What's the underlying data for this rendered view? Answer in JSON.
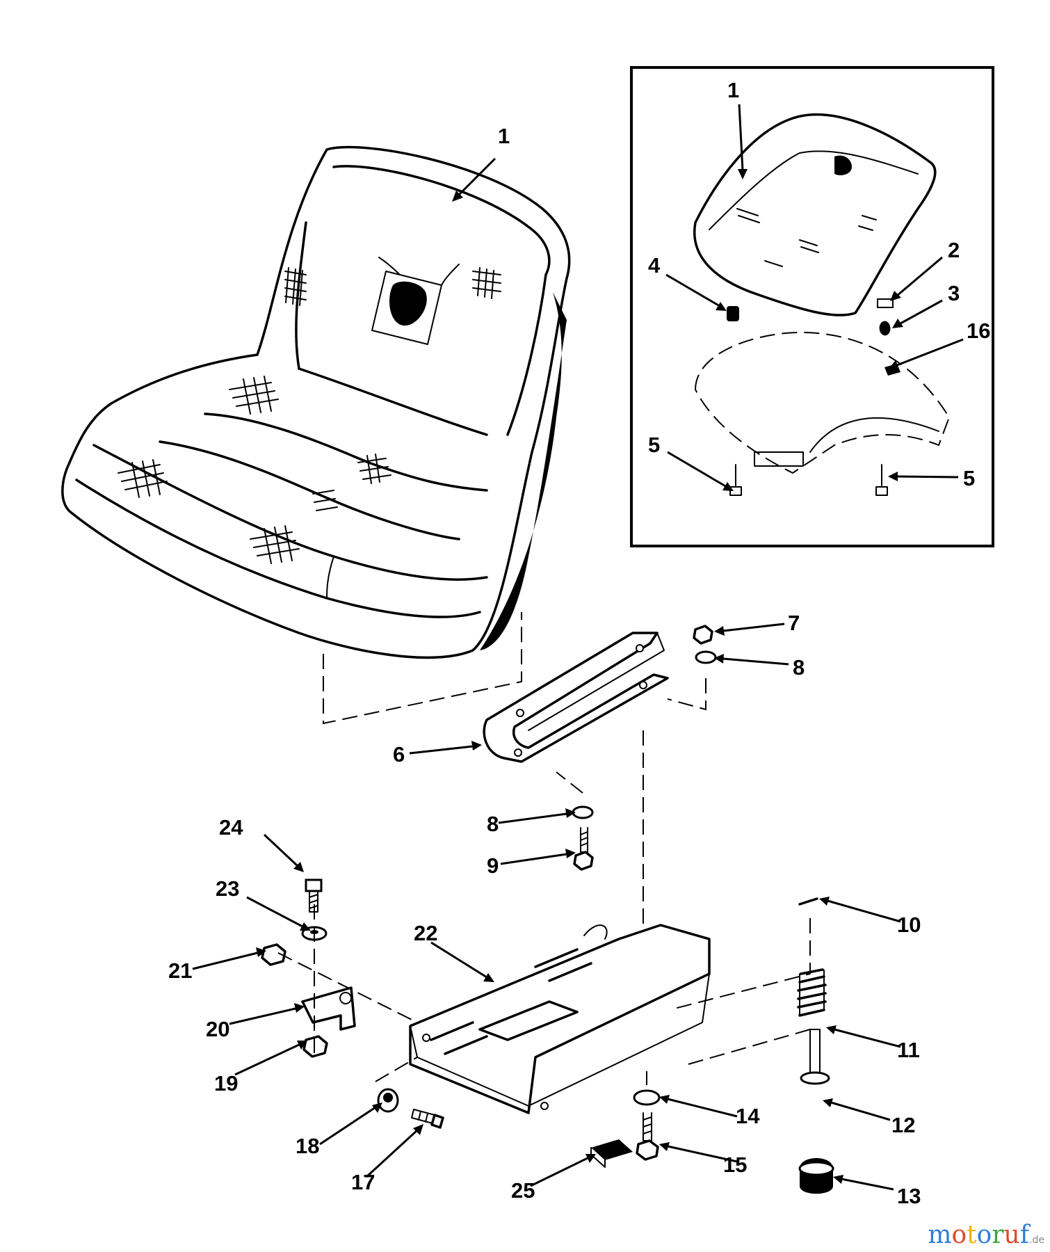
{
  "callouts": {
    "main_seat": "1",
    "inset_seat": "1",
    "inset_clip": "2",
    "inset_spring": "3",
    "inset_bumper": "4",
    "inset_screw_left": "5",
    "inset_screw_right": "5",
    "inset_pad": "16",
    "bracket": "6",
    "nut_top": "7",
    "washer_top": "8",
    "washer_bottom": "8",
    "bolt_bracket": "9",
    "pin": "10",
    "spring": "11",
    "spring_pin": "12",
    "adjust_knob": "13",
    "washer_plate": "14",
    "bolt_plate": "15",
    "bolt_front": "17",
    "spacer_front": "18",
    "nut_hinge": "19",
    "hinge_bracket": "20",
    "nut_side": "21",
    "seat_plate": "22",
    "washer_hinge": "23",
    "bolt_hinge": "24",
    "rubber_pad": "25"
  },
  "watermark": {
    "letters": [
      "m",
      "o",
      "t",
      "o",
      "r",
      "u",
      "f"
    ],
    "colors": [
      "#2e7fd6",
      "#e04a2c",
      "#f2b400",
      "#2e7fd6",
      "#3aa63a",
      "#e04a2c",
      "#2e7fd6"
    ],
    "suffix": ".de"
  }
}
